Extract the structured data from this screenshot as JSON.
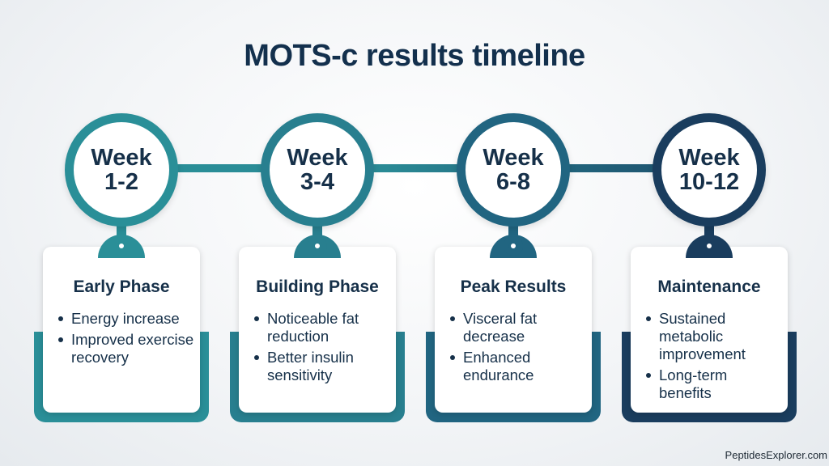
{
  "title": "MOTS-c results timeline",
  "stages": [
    {
      "week_word": "Week",
      "week_range": "1-2",
      "phase": "Early Phase",
      "bullets": [
        "Energy increase",
        "Improved exercise recovery"
      ],
      "color": "#2a8f98"
    },
    {
      "week_word": "Week",
      "week_range": "3-4",
      "phase": "Building Phase",
      "bullets": [
        "Noticeable fat reduction",
        "Better insulin sensitivity"
      ],
      "color": "#287f8f"
    },
    {
      "week_word": "Week",
      "week_range": "6-8",
      "phase": "Peak Results",
      "bullets": [
        "Visceral fat decrease",
        "Enhanced endurance"
      ],
      "color": "#216581"
    },
    {
      "week_word": "Week",
      "week_range": "10-12",
      "phase": "Maintenance",
      "bullets": [
        "Sustained metabolic improvement",
        "Long-term benefits"
      ],
      "color": "#1a3d5e"
    }
  ],
  "watermark": "PeptidesExplorer.com"
}
